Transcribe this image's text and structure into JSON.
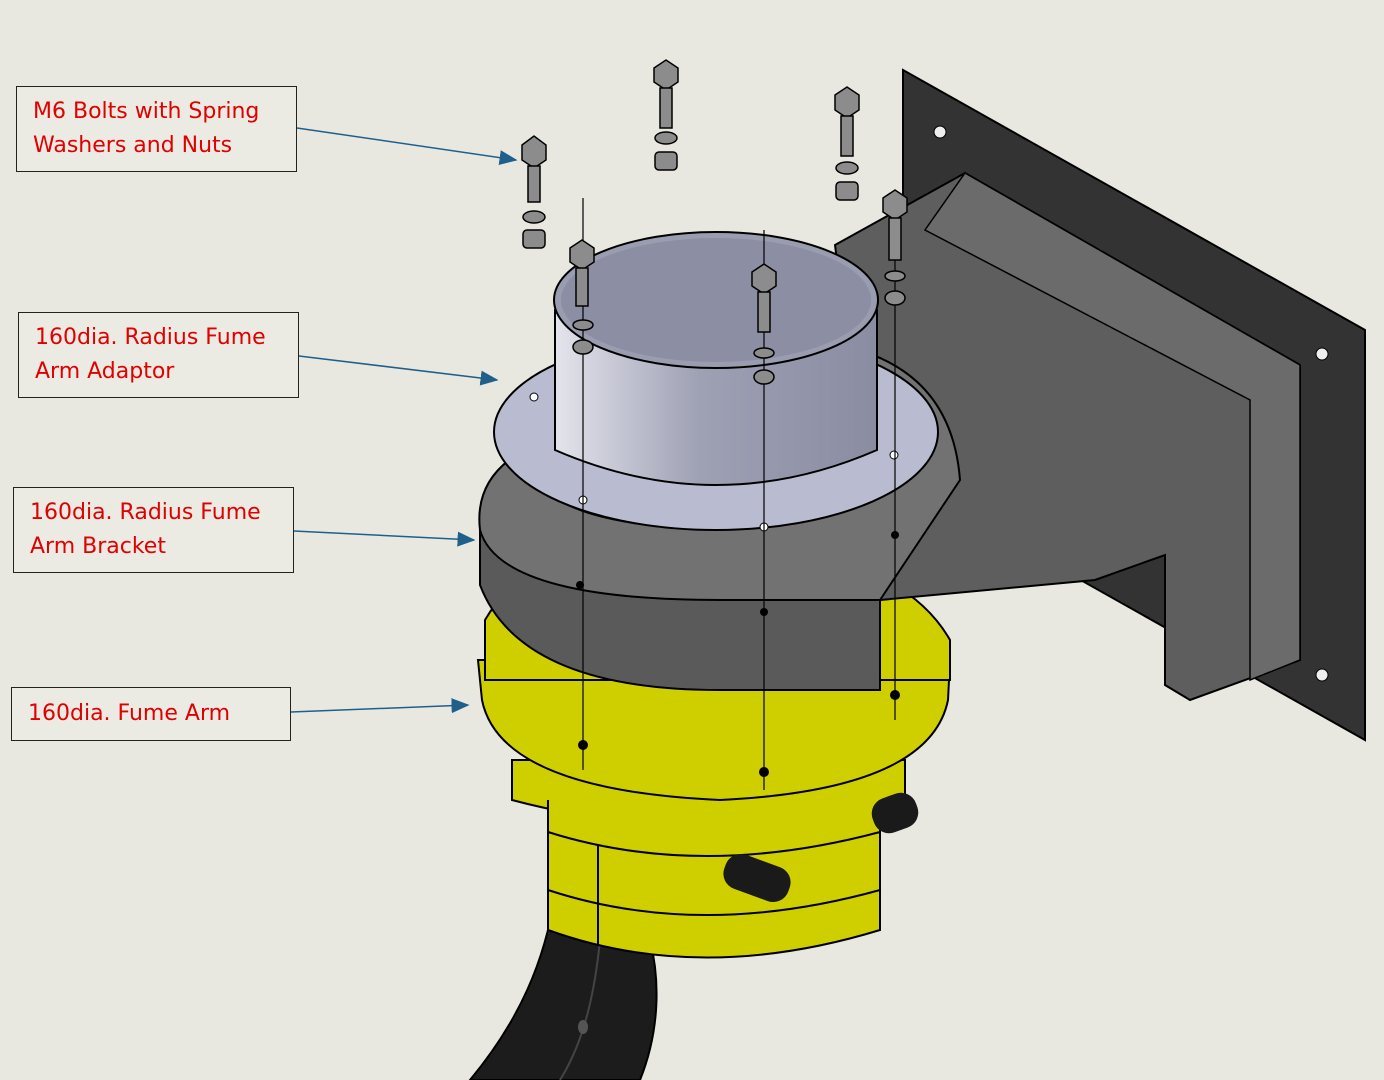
{
  "callouts": [
    {
      "id": "bolts",
      "lines": [
        "M6 Bolts with Spring",
        "Washers and Nuts"
      ]
    },
    {
      "id": "adaptor",
      "lines": [
        "160dia. Radius Fume",
        "Arm Adaptor"
      ]
    },
    {
      "id": "bracket",
      "lines": [
        "160dia. Radius Fume",
        "Arm Bracket"
      ]
    },
    {
      "id": "fume-arm",
      "lines": [
        "160dia. Fume Arm"
      ]
    }
  ],
  "colors": {
    "background": "#e8e8e0",
    "label_text": "#e00000",
    "leader_arrow": "#1f5f8b",
    "bracket": "#5e5e5e",
    "wall_plate": "#333333",
    "adaptor": "#b9bcd0",
    "fume_arm": "#cfcf00",
    "hose": "#1c1c1c"
  }
}
